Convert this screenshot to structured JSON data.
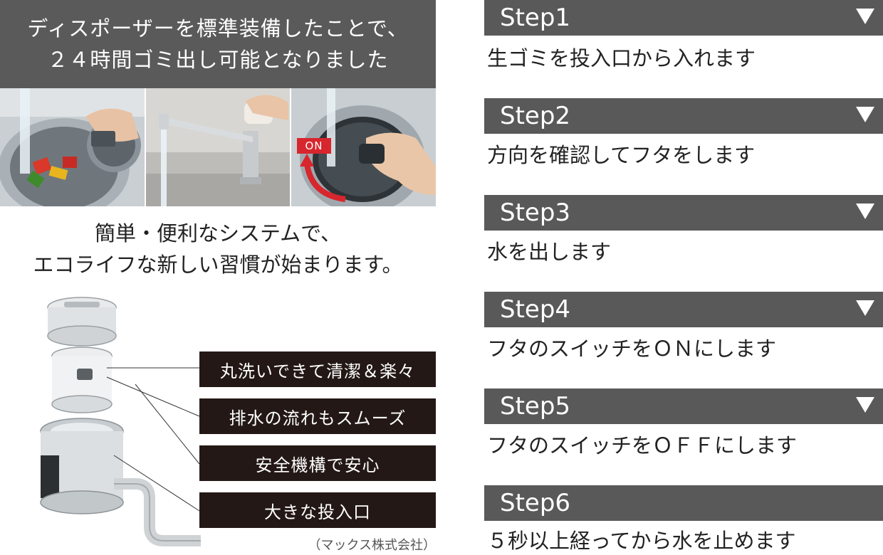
{
  "banner": {
    "line1": "ディスポーザーを標準装備したことで、",
    "line2": "２４時間ゴミ出し可能となりました"
  },
  "photo_badge": "ON",
  "tagline": {
    "line1": "簡単・便利なシステムで、",
    "line2": "エコライフな新しい習慣が始まります。"
  },
  "features": [
    "丸洗いできて清潔＆楽々",
    "排水の流れもスムーズ",
    "安全機構で安心",
    "大きな投入口"
  ],
  "credit": "（マックス株式会社）",
  "steps": [
    {
      "label": "Step1",
      "text": "生ゴミを投入口から入れます",
      "expandable": true
    },
    {
      "label": "Step2",
      "text": "方向を確認してフタをします",
      "expandable": true
    },
    {
      "label": "Step3",
      "text": "水を出します",
      "expandable": true
    },
    {
      "label": "Step4",
      "text": "フタのスイッチをＯＮにします",
      "expandable": true
    },
    {
      "label": "Step5",
      "text": "フタのスイッチをＯＦＦにします",
      "expandable": true
    },
    {
      "label": "Step6",
      "text": "５秒以上経ってから水を止めます",
      "expandable": false
    }
  ],
  "colors": {
    "banner_bg": "#5a5a5a",
    "step_bar_bg": "#595959",
    "feature_bg": "#231815",
    "badge_red": "#d7262e"
  },
  "icons": {
    "step_toggle": "triangle-down-icon"
  }
}
